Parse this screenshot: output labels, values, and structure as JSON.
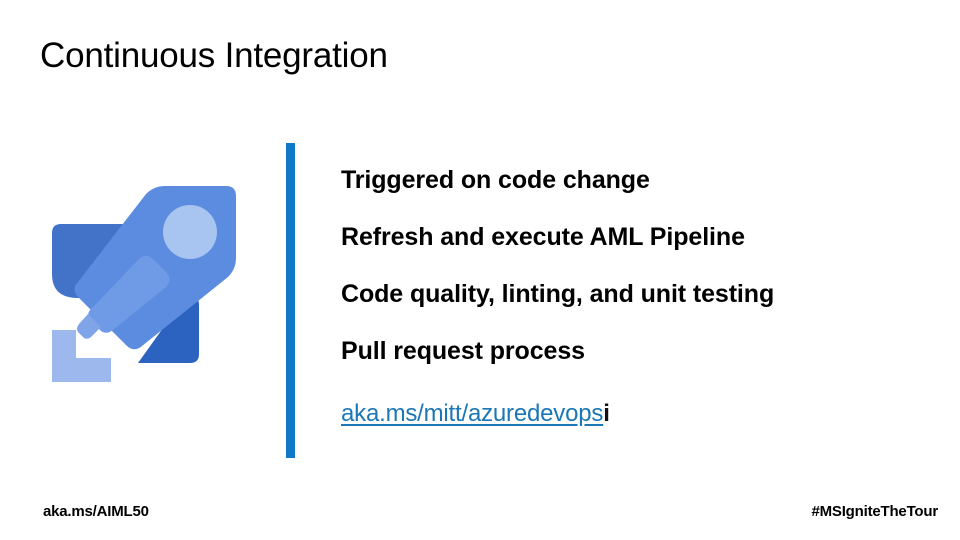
{
  "slide": {
    "title": "Continuous Integration",
    "accent_color": "#0F78C8",
    "background_color": "#FFFFFF"
  },
  "illustration": {
    "name": "rocket-launch-icon",
    "colors": {
      "body": "#5B8CE0",
      "window": "#A8C4F0",
      "fin_upper": "#4273C8",
      "fin_lower": "#2C63C0",
      "bracket": "#9CB8ED",
      "flame": "#7FA4E8"
    }
  },
  "content": {
    "lines": [
      "Triggered on code change",
      "Refresh and execute AML Pipeline",
      "Code quality, linting, and unit testing",
      "Pull request process"
    ],
    "link": {
      "text": "aka.ms/mitt/azuredevops",
      "suffix": "i",
      "color": "#1B77B5"
    }
  },
  "footer": {
    "left": "aka.ms/AIML50",
    "right": "#MSIgniteTheTour"
  }
}
